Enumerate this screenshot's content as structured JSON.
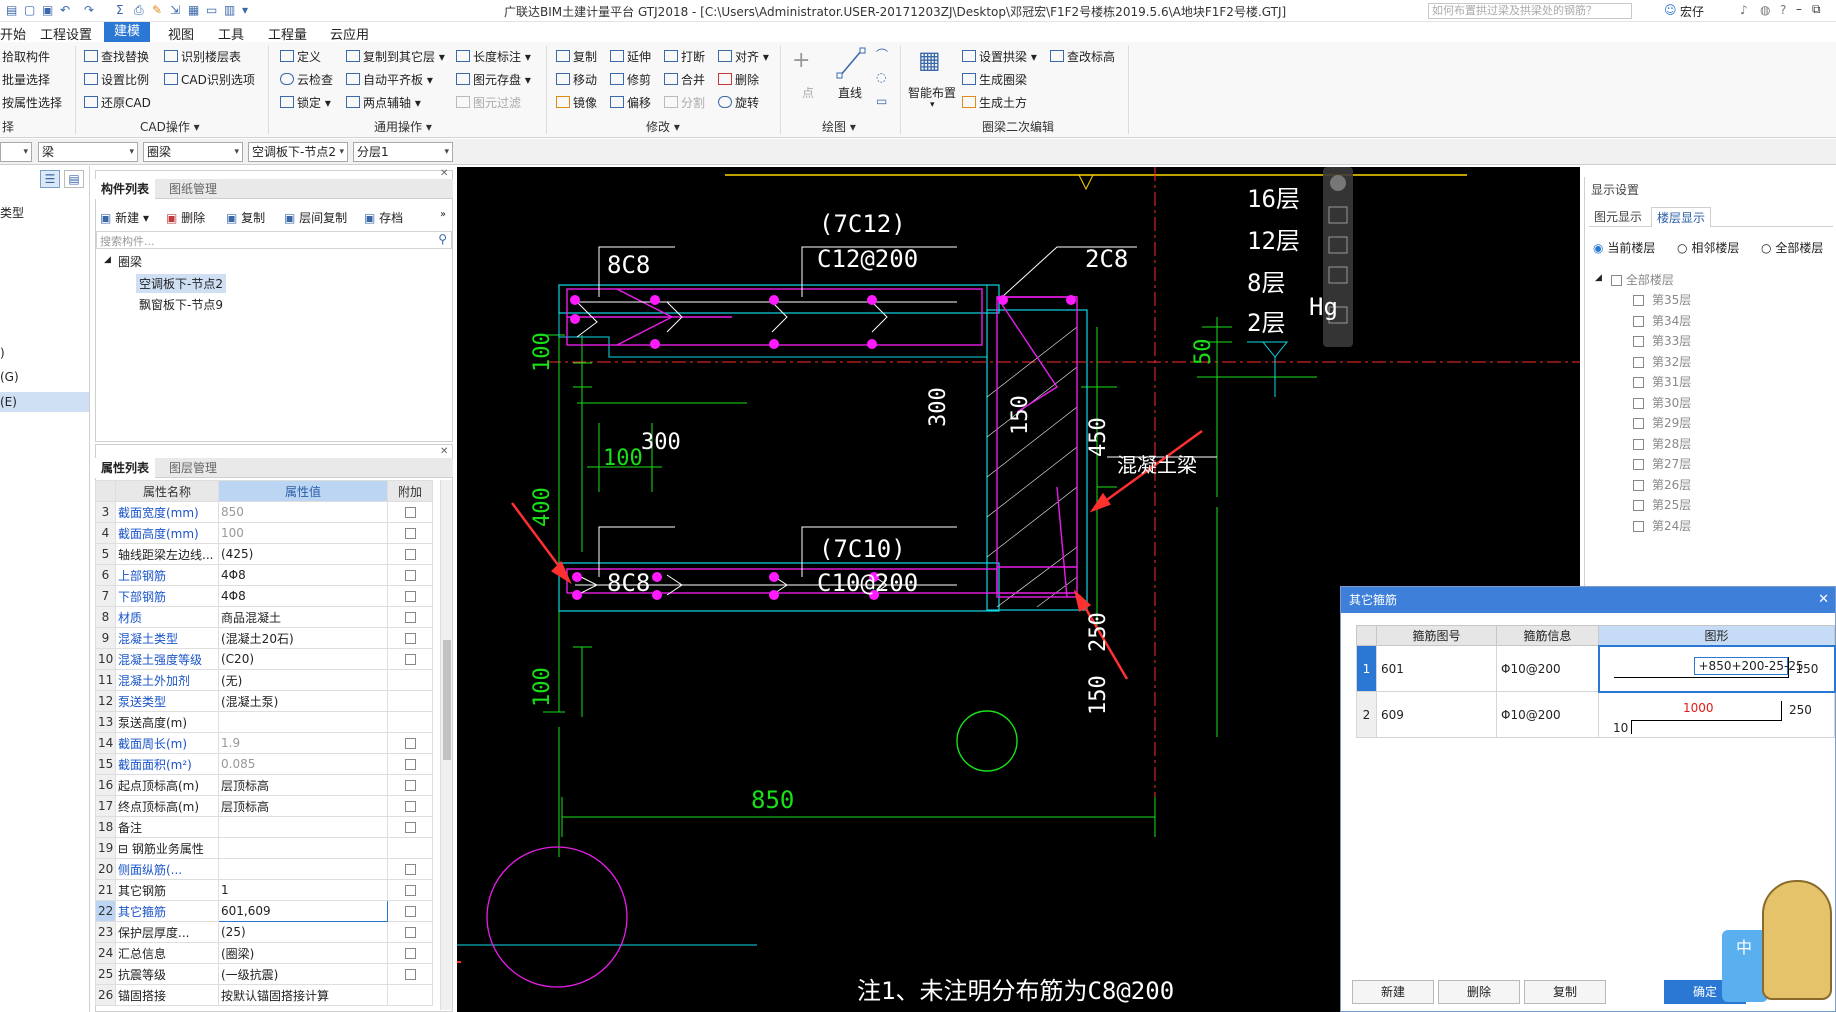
{
  "titlebar": {
    "title": "广联达BIM土建计量平台 GTJ2018 - [C:\\Users\\Administrator.USER-20171203ZJ\\Desktop\\邓冠宏\\F1F2号楼栋2019.5.6\\A地块F1F2号楼.GTJ]",
    "help_placeholder": "如何布置拱过梁及拱梁处的钢筋？",
    "user": "宏仔"
  },
  "menu": {
    "items": [
      "开始",
      "工程设置",
      "建模",
      "视图",
      "工具",
      "工程量",
      "云应用"
    ],
    "active": "建模"
  },
  "ribbon": {
    "g1": [
      "拾取构件",
      "批量选择",
      "按属性选择"
    ],
    "g1_label": "择",
    "g2": [
      "查找替换",
      "设置比例",
      "还原CAD",
      "识别楼层表",
      "CAD识别选项"
    ],
    "g2_label": "CAD操作",
    "g3": [
      "定义",
      "云检查",
      "锁定",
      "复制到其它层",
      "自动平齐板",
      "两点辅轴",
      "长度标注",
      "图元存盘",
      "图元过滤"
    ],
    "g3_label": "通用操作",
    "g4": [
      "复制",
      "移动",
      "镜像",
      "延伸",
      "修剪",
      "偏移",
      "打断",
      "合并",
      "分割",
      "对齐",
      "删除",
      "旋转"
    ],
    "g4_label": "修改",
    "g5": [
      "点",
      "直线"
    ],
    "g5_label": "绘图",
    "g6": [
      "智能布置",
      "设置拱梁",
      "生成圈梁",
      "生成土方",
      "查改标高"
    ],
    "g6_label": "圈梁二次编辑"
  },
  "selectors": [
    "梁",
    "圈梁",
    "空调板下-节点2",
    "分层1"
  ],
  "leftnav": {
    "items": [
      "类型",
      ")",
      "(G)",
      "(E)"
    ]
  },
  "component_panel": {
    "tabs": [
      "构件列表",
      "图纸管理"
    ],
    "toolbar": [
      "新建",
      "删除",
      "复制",
      "层间复制",
      "存档"
    ],
    "search_placeholder": "搜索构件...",
    "tree_root": "圈梁",
    "tree_items": [
      "空调板下-节点2",
      "飘窗板下-节点9"
    ]
  },
  "property_panel": {
    "tabs": [
      "属性列表",
      "图层管理"
    ],
    "headers": [
      "属性名称",
      "属性值",
      "附加"
    ],
    "rows": [
      {
        "n": "3",
        "name": "截面宽度(mm)",
        "value": "850",
        "style": "blue",
        "vstyle": "grey",
        "cb": true
      },
      {
        "n": "4",
        "name": "截面高度(mm)",
        "value": "100",
        "style": "blue",
        "vstyle": "grey",
        "cb": true
      },
      {
        "n": "5",
        "name": "轴线距梁左边线...",
        "value": "(425)",
        "style": "",
        "vstyle": "",
        "cb": true
      },
      {
        "n": "6",
        "name": "上部钢筋",
        "value": "4Φ8",
        "style": "blue",
        "vstyle": "",
        "cb": true
      },
      {
        "n": "7",
        "name": "下部钢筋",
        "value": "4Φ8",
        "style": "blue",
        "vstyle": "",
        "cb": true
      },
      {
        "n": "8",
        "name": "材质",
        "value": "商品混凝土",
        "style": "blue",
        "vstyle": "",
        "cb": true
      },
      {
        "n": "9",
        "name": "混凝土类型",
        "value": "(混凝土20石)",
        "style": "blue",
        "vstyle": "",
        "cb": true
      },
      {
        "n": "10",
        "name": "混凝土强度等级",
        "value": "(C20)",
        "style": "blue",
        "vstyle": "",
        "cb": true
      },
      {
        "n": "11",
        "name": "混凝土外加剂",
        "value": "(无)",
        "style": "blue",
        "vstyle": "",
        "cb": false
      },
      {
        "n": "12",
        "name": "泵送类型",
        "value": "(混凝土泵)",
        "style": "blue",
        "vstyle": "",
        "cb": false
      },
      {
        "n": "13",
        "name": "泵送高度(m)",
        "value": "",
        "style": "",
        "vstyle": "",
        "cb": false
      },
      {
        "n": "14",
        "name": "截面周长(m)",
        "value": "1.9",
        "style": "blue",
        "vstyle": "grey",
        "cb": true
      },
      {
        "n": "15",
        "name": "截面面积(m²)",
        "value": "0.085",
        "style": "blue",
        "vstyle": "grey",
        "cb": true
      },
      {
        "n": "16",
        "name": "起点顶标高(m)",
        "value": "层顶标高",
        "style": "",
        "vstyle": "",
        "cb": true
      },
      {
        "n": "17",
        "name": "终点顶标高(m)",
        "value": "层顶标高",
        "style": "",
        "vstyle": "",
        "cb": true
      },
      {
        "n": "18",
        "name": "备注",
        "value": "",
        "style": "",
        "vstyle": "",
        "cb": true
      },
      {
        "n": "19",
        "name": "⊟ 钢筋业务属性",
        "value": "",
        "style": "",
        "vstyle": "",
        "cb": false
      },
      {
        "n": "20",
        "name": "   侧面纵筋(...",
        "value": "",
        "style": "blue",
        "vstyle": "",
        "cb": true
      },
      {
        "n": "21",
        "name": "   其它钢筋",
        "value": "1",
        "style": "",
        "vstyle": "",
        "cb": true
      },
      {
        "n": "22",
        "name": "   其它箍筋",
        "value": "601,609",
        "style": "blue",
        "vstyle": "",
        "cb": true,
        "current": true
      },
      {
        "n": "23",
        "name": "   保护层厚度...",
        "value": "(25)",
        "style": "",
        "vstyle": "",
        "cb": true
      },
      {
        "n": "24",
        "name": "   汇总信息",
        "value": "(圈梁)",
        "style": "",
        "vstyle": "",
        "cb": true
      },
      {
        "n": "25",
        "name": "   抗震等级",
        "value": "(一级抗震)",
        "style": "",
        "vstyle": "",
        "cb": true
      },
      {
        "n": "26",
        "name": "   锚固搭接",
        "value": "按默认锚固搭接计算",
        "style": "",
        "vstyle": "",
        "cb": false
      }
    ]
  },
  "drawing": {
    "labels": [
      "(7C12)",
      "C12@200",
      "8C8",
      "2C8",
      "(7C10)",
      "C10@200",
      "8C8",
      "50",
      "100",
      "100",
      "300",
      "400",
      "100",
      "850",
      "300",
      "150",
      "450",
      "250",
      "150",
      "50",
      "16层",
      "12层",
      "8层",
      "2层",
      "Hg",
      "混凝土梁",
      "注1、未注明分布筋为C8@200"
    ]
  },
  "display_panel": {
    "title": "显示设置",
    "tabs": [
      "图元显示",
      "楼层显示"
    ],
    "radios": [
      "当前楼层",
      "相邻楼层",
      "全部楼层"
    ],
    "tree_root": "全部楼层",
    "floors": [
      "第35层",
      "第34层",
      "第33层",
      "第32层",
      "第31层",
      "第30层",
      "第29层",
      "第28层",
      "第27层",
      "第26层",
      "第25层",
      "第24层"
    ]
  },
  "dialog": {
    "title": "其它箍筋",
    "headers": [
      "箍筋图号",
      "箍筋信息",
      "图形"
    ],
    "rows": [
      {
        "n": "1",
        "code": "601",
        "info": "Φ10@200",
        "shape_value": "+850+200-25-25",
        "shape_right": "150"
      },
      {
        "n": "2",
        "code": "609",
        "info": "Φ10@200",
        "shape_value": "1000",
        "shape_right": "250",
        "shape_left": "10"
      }
    ],
    "buttons": [
      "新建",
      "删除",
      "复制",
      "确定"
    ]
  }
}
